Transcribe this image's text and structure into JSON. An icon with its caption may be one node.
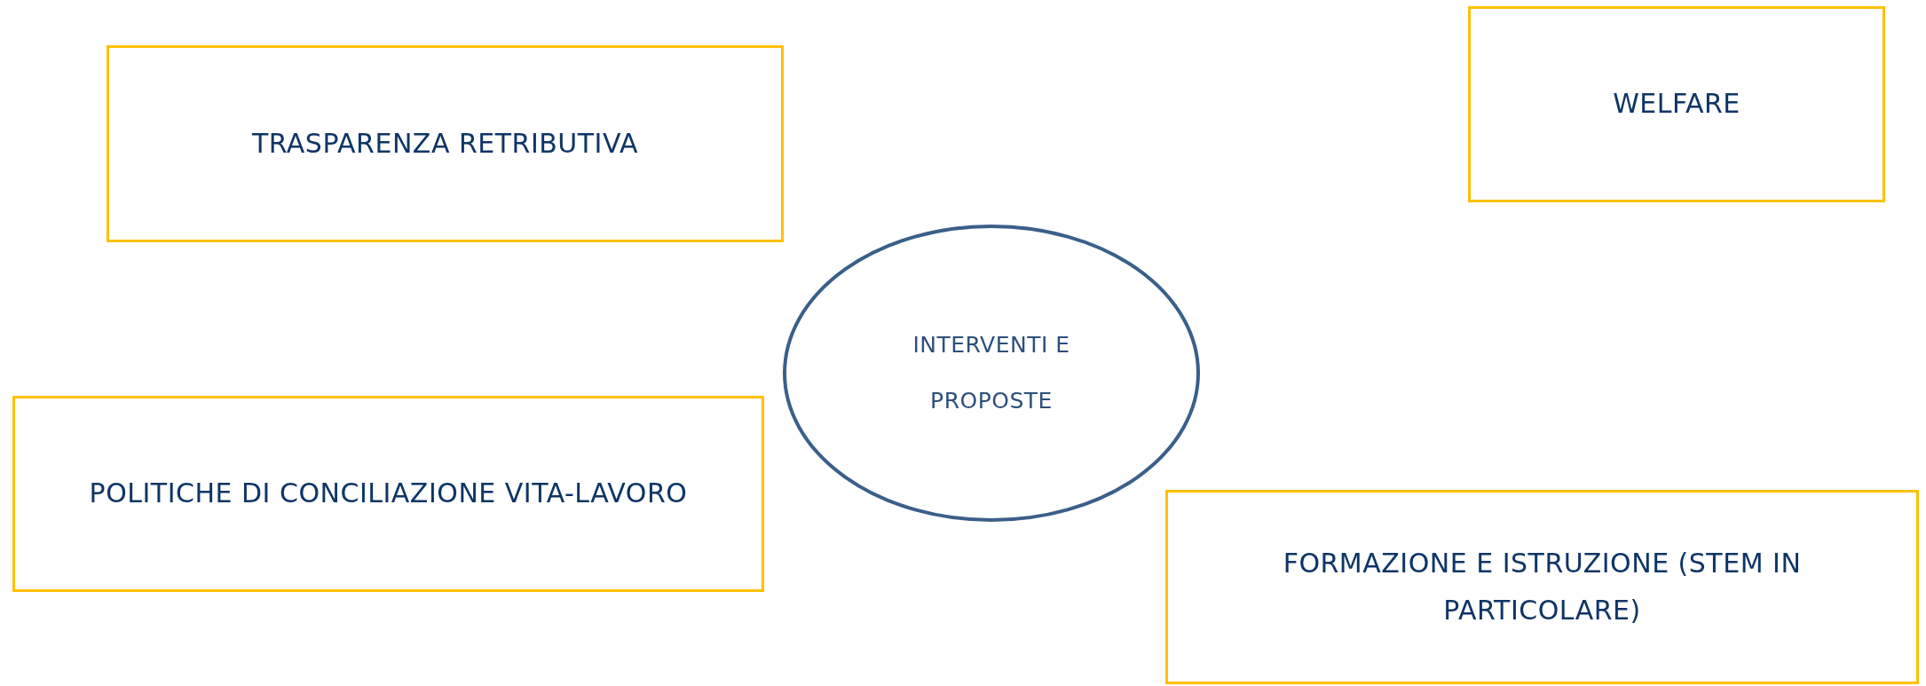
{
  "diagram": {
    "nodes": [
      {
        "text": [
          "TRASPARENZA RETRIBUTIVA"
        ]
      },
      {
        "text": [
          "WELFARE"
        ]
      },
      {
        "text": [
          "INTERVENTI E PROPOSTE"
        ]
      },
      {
        "text": [
          "POLITICHE DI CONCILIAZIONE VITA-LAVORO"
        ]
      },
      {
        "text": [
          "FORMAZIONE E ISTRUZIONE (STEM IN PARTICOLARE)"
        ]
      }
    ]
  }
}
